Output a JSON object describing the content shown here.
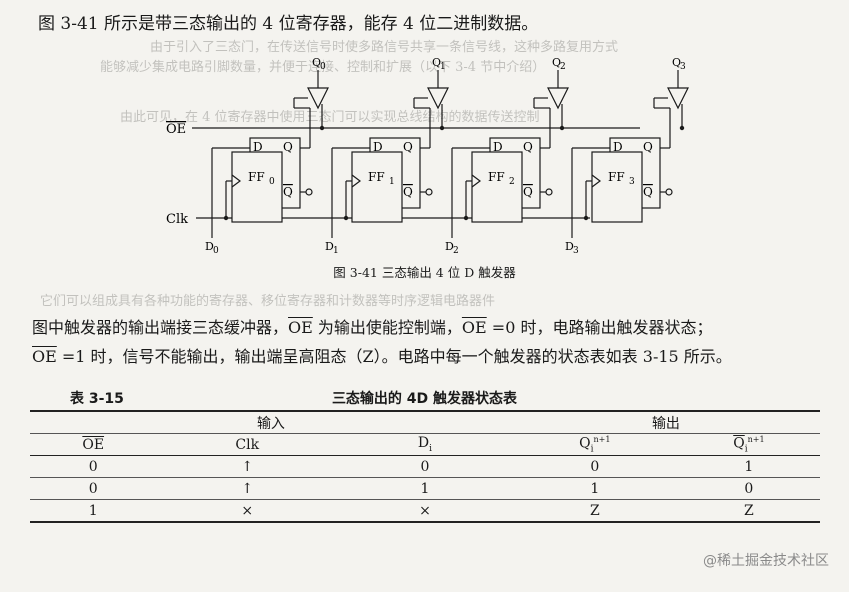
{
  "intro": "图 3-41 所示是带三态输出的 4 位寄存器，能存 4 位二进制数据。",
  "figure": {
    "caption": "图 3-41    三态输出 4 位 D 触发器",
    "oe_label": "OE",
    "clk_label": "Clk",
    "flipflops": [
      {
        "d": "D",
        "q": "Q",
        "qbar": "Q",
        "name": "FF",
        "idx": "0",
        "out": "Q",
        "in": "D",
        "n": "0"
      },
      {
        "d": "D",
        "q": "Q",
        "qbar": "Q",
        "name": "FF",
        "idx": "1",
        "out": "Q",
        "in": "D",
        "n": "1"
      },
      {
        "d": "D",
        "q": "Q",
        "qbar": "Q",
        "name": "FF",
        "idx": "2",
        "out": "Q",
        "in": "D",
        "n": "2"
      },
      {
        "d": "D",
        "q": "Q",
        "qbar": "Q",
        "name": "FF",
        "idx": "3",
        "out": "Q",
        "in": "D",
        "n": "3"
      }
    ]
  },
  "para": {
    "l1a": "图中触发器的输出端接三态缓冲器，",
    "l1b": "OE",
    "l1c": " 为输出使能控制端，",
    "l1d": "OE",
    "l1e": " =0 时，电路输出触发器状态；",
    "l2a": "OE",
    "l2b": " =1 时，信号不能输出，输出端呈高阻态（Z）。电路中每一个触发器的状态表如表 3-15 所示。"
  },
  "table": {
    "label": "表 3-15",
    "title": "三态输出的 4D 触发器状态表",
    "group_input": "输入",
    "group_output": "输出",
    "headers": {
      "oe": "OE",
      "clk": "Clk",
      "d": "D",
      "d_sub": "i",
      "q": "Q",
      "q_sub": "i",
      "q_sup": "n+1",
      "qb": "Q",
      "qb_sub": "i",
      "qb_sup": "n+1"
    },
    "rows": [
      [
        "0",
        "↑",
        "0",
        "0",
        "1"
      ],
      [
        "0",
        "↑",
        "1",
        "1",
        "0"
      ],
      [
        "1",
        "×",
        "×",
        "Z",
        "Z"
      ]
    ]
  },
  "watermark": "@稀土掘金技术社区"
}
